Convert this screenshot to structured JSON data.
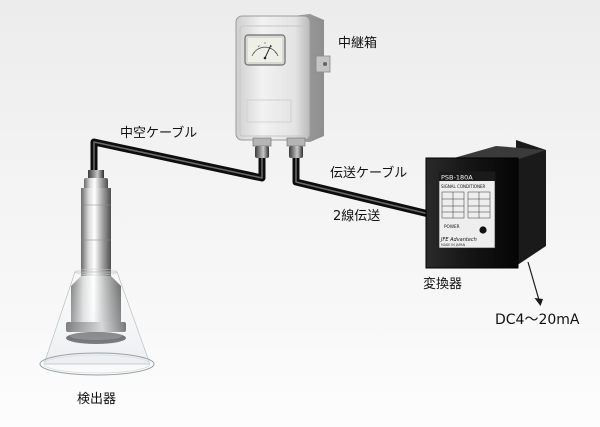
{
  "labels": {
    "junction_box": "中継箱",
    "hollow_cable": "中空ケーブル",
    "transmission_cable": "伝送ケーブル",
    "two_wire": "2線伝送",
    "converter": "変換器",
    "output": "DC4～20mA",
    "detector": "検出器"
  },
  "converter_panel": {
    "model": "PSB-180A",
    "subtitle": "SIGNAL CONDITIONER",
    "power": "POWER",
    "brand": "JFE Advantech",
    "origin": "MADE IN JAPAN"
  }
}
